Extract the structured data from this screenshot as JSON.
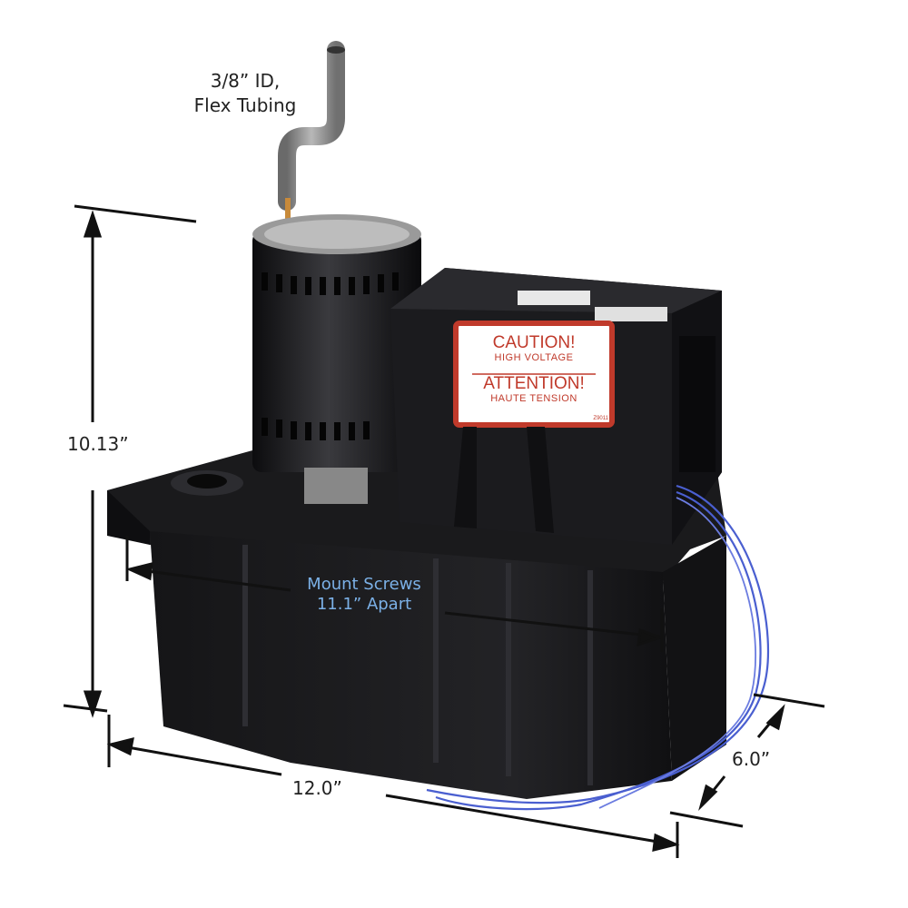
{
  "labels": {
    "tubing_line1": "3/8” ID,",
    "tubing_line2": "Flex Tubing",
    "height": "10.13”",
    "width": "12.0”",
    "depth": "6.0”",
    "mount_line1": "Mount Screws",
    "mount_line2": "11.1” Apart"
  },
  "caution_label": {
    "line1": "CAUTION!",
    "line2": "HIGH VOLTAGE",
    "line3": "ATTENTION!",
    "line4": "HAUTE TENSION",
    "code": "Z9011"
  },
  "colors": {
    "pump_body": "#1c1c1e",
    "label_red": "#c03a2b",
    "mount_text": "#7bb0e6",
    "wire_blue": "#4a5fd0"
  }
}
